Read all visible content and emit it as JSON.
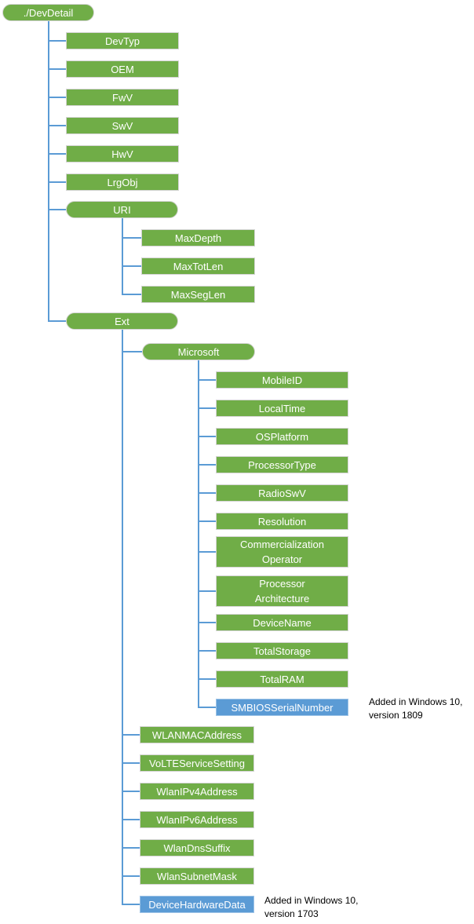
{
  "colors": {
    "node_green": "#70AD47",
    "node_blue": "#5B9BD5",
    "connector_blue": "#5B9BD5",
    "node_text": "#FFFFFF",
    "annotation_text": "#000000"
  },
  "nodes": [
    {
      "id": "DevDetail",
      "label": "./DevDetail",
      "shape": "pill",
      "color": "green",
      "parent": null
    },
    {
      "id": "DevTyp",
      "label": "DevTyp",
      "shape": "rect",
      "color": "green",
      "parent": "DevDetail"
    },
    {
      "id": "OEM",
      "label": "OEM",
      "shape": "rect",
      "color": "green",
      "parent": "DevDetail"
    },
    {
      "id": "FwV",
      "label": "FwV",
      "shape": "rect",
      "color": "green",
      "parent": "DevDetail"
    },
    {
      "id": "SwV",
      "label": "SwV",
      "shape": "rect",
      "color": "green",
      "parent": "DevDetail"
    },
    {
      "id": "HwV",
      "label": "HwV",
      "shape": "rect",
      "color": "green",
      "parent": "DevDetail"
    },
    {
      "id": "LrgObj",
      "label": "LrgObj",
      "shape": "rect",
      "color": "green",
      "parent": "DevDetail"
    },
    {
      "id": "URI",
      "label": "URI",
      "shape": "pill",
      "color": "green",
      "parent": "DevDetail"
    },
    {
      "id": "MaxDepth",
      "label": "MaxDepth",
      "shape": "rect",
      "color": "green",
      "parent": "URI"
    },
    {
      "id": "MaxTotLen",
      "label": "MaxTotLen",
      "shape": "rect",
      "color": "green",
      "parent": "URI"
    },
    {
      "id": "MaxSegLen",
      "label": "MaxSegLen",
      "shape": "rect",
      "color": "green",
      "parent": "URI"
    },
    {
      "id": "Ext",
      "label": "Ext",
      "shape": "pill",
      "color": "green",
      "parent": "DevDetail"
    },
    {
      "id": "Microsoft",
      "label": "Microsoft",
      "shape": "pill",
      "color": "green",
      "parent": "Ext"
    },
    {
      "id": "MobileID",
      "label": "MobileID",
      "shape": "rect",
      "color": "green",
      "parent": "Microsoft"
    },
    {
      "id": "LocalTime",
      "label": "LocalTime",
      "shape": "rect",
      "color": "green",
      "parent": "Microsoft"
    },
    {
      "id": "OSPlatform",
      "label": "OSPlatform",
      "shape": "rect",
      "color": "green",
      "parent": "Microsoft"
    },
    {
      "id": "ProcessorType",
      "label": "ProcessorType",
      "shape": "rect",
      "color": "green",
      "parent": "Microsoft"
    },
    {
      "id": "RadioSwV",
      "label": "RadioSwV",
      "shape": "rect",
      "color": "green",
      "parent": "Microsoft"
    },
    {
      "id": "Resolution",
      "label": "Resolution",
      "shape": "rect",
      "color": "green",
      "parent": "Microsoft"
    },
    {
      "id": "CommercializationOperator",
      "label": "Commercialization\nOperator",
      "shape": "rect",
      "color": "green",
      "parent": "Microsoft"
    },
    {
      "id": "ProcessorArchitecture",
      "label": "Processor\nArchitecture",
      "shape": "rect",
      "color": "green",
      "parent": "Microsoft"
    },
    {
      "id": "DeviceName",
      "label": "DeviceName",
      "shape": "rect",
      "color": "green",
      "parent": "Microsoft"
    },
    {
      "id": "TotalStorage",
      "label": "TotalStorage",
      "shape": "rect",
      "color": "green",
      "parent": "Microsoft"
    },
    {
      "id": "TotalRAM",
      "label": "TotalRAM",
      "shape": "rect",
      "color": "green",
      "parent": "Microsoft"
    },
    {
      "id": "SMBIOSSerialNumber",
      "label": "SMBIOSSerialNumber",
      "shape": "rect",
      "color": "blue",
      "parent": "Microsoft"
    },
    {
      "id": "WLANMACAddress",
      "label": "WLANMACAddress",
      "shape": "rect",
      "color": "green",
      "parent": "Ext"
    },
    {
      "id": "VoLTEServiceSetting",
      "label": "VoLTEServiceSetting",
      "shape": "rect",
      "color": "green",
      "parent": "Ext"
    },
    {
      "id": "WlanIPv4Address",
      "label": "WlanIPv4Address",
      "shape": "rect",
      "color": "green",
      "parent": "Ext"
    },
    {
      "id": "WlanIPv6Address",
      "label": "WlanIPv6Address",
      "shape": "rect",
      "color": "green",
      "parent": "Ext"
    },
    {
      "id": "WlanDnsSuffix",
      "label": "WlanDnsSuffix",
      "shape": "rect",
      "color": "green",
      "parent": "Ext"
    },
    {
      "id": "WlanSubnetMask",
      "label": "WlanSubnetMask",
      "shape": "rect",
      "color": "green",
      "parent": "Ext"
    },
    {
      "id": "DeviceHardwareData",
      "label": "DeviceHardwareData",
      "shape": "rect",
      "color": "blue",
      "parent": "Ext"
    }
  ],
  "annotations": [
    {
      "node": "SMBIOSSerialNumber",
      "text": "Added in Windows 10,\nversion 1809"
    },
    {
      "node": "DeviceHardwareData",
      "text": "Added in Windows 10,\nversion 1703"
    }
  ]
}
